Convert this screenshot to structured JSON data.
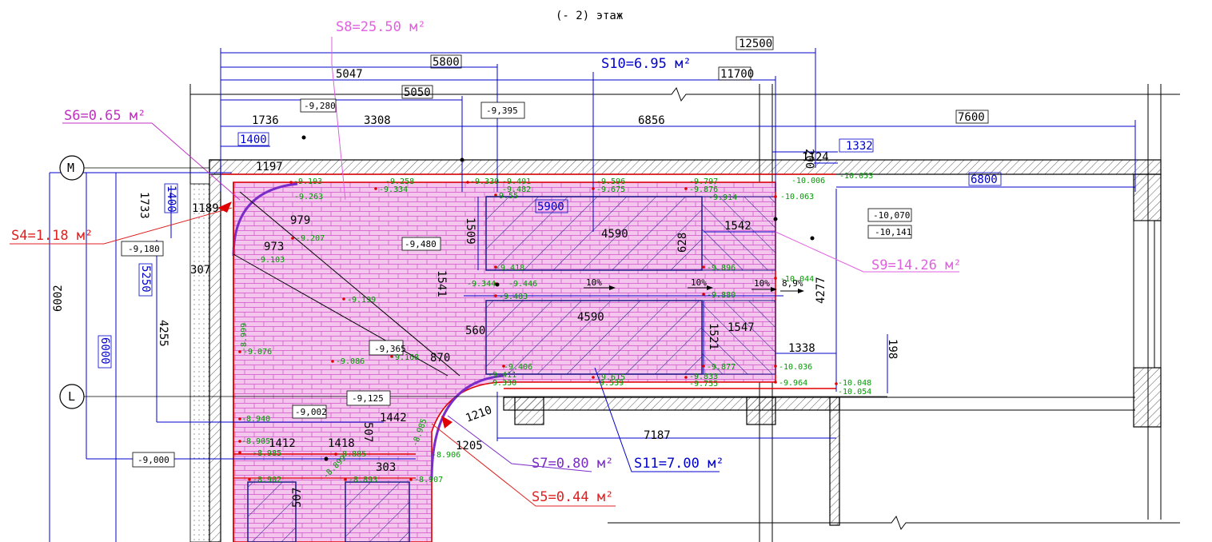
{
  "title": "(- 2) этаж",
  "areas": {
    "s8": "S8=25.50 м²",
    "s6": "S6=0.65 м²",
    "s4": "S4=1.18 м²",
    "s10": "S10=6.95 м²",
    "s9": "S9=14.26 м²",
    "s7": "S7=0.80 м²",
    "s11": "S11=7.00 м²",
    "s5": "S5=0.44 м²"
  },
  "axes": {
    "m": "M",
    "l": "L"
  },
  "dims": {
    "d12500": "12500",
    "d5800": "5800",
    "d5047": "5047",
    "d11700": "11700",
    "d5050": "5050",
    "d1736": "1736",
    "d3308": "3308",
    "d6856": "6856",
    "d7600": "7600",
    "d1400a": "1400",
    "d200": "200",
    "d1124": "1124",
    "d1332": "1332",
    "d6800": "6800",
    "d1197": "1197",
    "d1189": "1189",
    "d1733": "1733",
    "d1400b": "1400",
    "d979": "979",
    "d973": "973",
    "d5900": "5900",
    "d4590a": "4590",
    "d1542": "1542",
    "d1509": "1509",
    "d628": "628",
    "d307": "307",
    "d5250": "5250",
    "d6002": "6002",
    "d6000": "6000",
    "d4255": "4255",
    "d1541": "1541",
    "d4277": "4277",
    "d4590b": "4590",
    "d1547": "1547",
    "d1521": "1521",
    "d560": "560",
    "d870": "870",
    "d1338": "1338",
    "d198": "198",
    "d1210": "1210",
    "d1442": "1442",
    "d507a": "507",
    "d1412": "1412",
    "d1418": "1418",
    "d1205": "1205",
    "d303": "303",
    "d7187": "7187",
    "d507b": "507"
  },
  "elevations": {
    "e9280": "-9,280",
    "e9395": "-9,395",
    "e9180": "-9,180",
    "e9480": "-9,480",
    "e10070": "-10,070",
    "e10141": "-10,141",
    "e9365": "-9,365",
    "e9125": "-9,125",
    "e9002": "-9,002",
    "e9000": "-9,000"
  },
  "levels": {
    "l1": "-9.193",
    "l2": "-9.258",
    "l3": "-9.334",
    "l4": "-9.263",
    "l5": "-9.330",
    "l6": "-9.401",
    "l7": "-9.482",
    "l8": "-9.596",
    "l9": "-9.675",
    "l10": "-9.797",
    "l11": "-9.876",
    "l12": "-9.914",
    "l13": "-10.063",
    "l14": "-10.006",
    "l15": "-10.053",
    "l16": "-9.55",
    "l17": "-9.207",
    "l18": "-9.103",
    "l19": "-9.418",
    "l20": "-9.344",
    "l21": "-9.446",
    "l22": "-9.403",
    "l23": "-9.896",
    "l24": "-9.880",
    "l25": "-10.044",
    "l26": "-9.199",
    "l27": "-8.999",
    "l28": "-9.076",
    "l29": "-9.086",
    "l30": "-9.168",
    "l31": "-9.406",
    "l32": "-9.411",
    "l33": "-9.330",
    "l34": "-9.615",
    "l35": "-9.539",
    "l36": "-9.833",
    "l37": "-9.755",
    "l38": "-9.877",
    "l39": "-10.036",
    "l40": "-9.964",
    "l41": "-10.048",
    "l42": "-10.054",
    "l43": "-8.940",
    "l44": "-8.905",
    "l45": "-8.985",
    "l46": "-8.899",
    "l47": "-8.885",
    "l48": "-8.902",
    "l49": "-8.893",
    "l50": "-8.907",
    "l51": "-8.985",
    "l52": "-8.906"
  },
  "slopes": {
    "s1": "10%",
    "s2": "10%",
    "s3": "10%",
    "s4": "8,9%"
  },
  "colors": {
    "hatch_fill": "#f4c6ee",
    "hatch_line": "#d050c8",
    "wall_red": "#e00000",
    "dim_blue": "#0000cc",
    "level_green": "#009a00",
    "magenta_label": "#c030c0",
    "red_label": "#e02020",
    "purple_label": "#7a2cc8",
    "pink_label": "#e060e0",
    "black": "#000000"
  }
}
